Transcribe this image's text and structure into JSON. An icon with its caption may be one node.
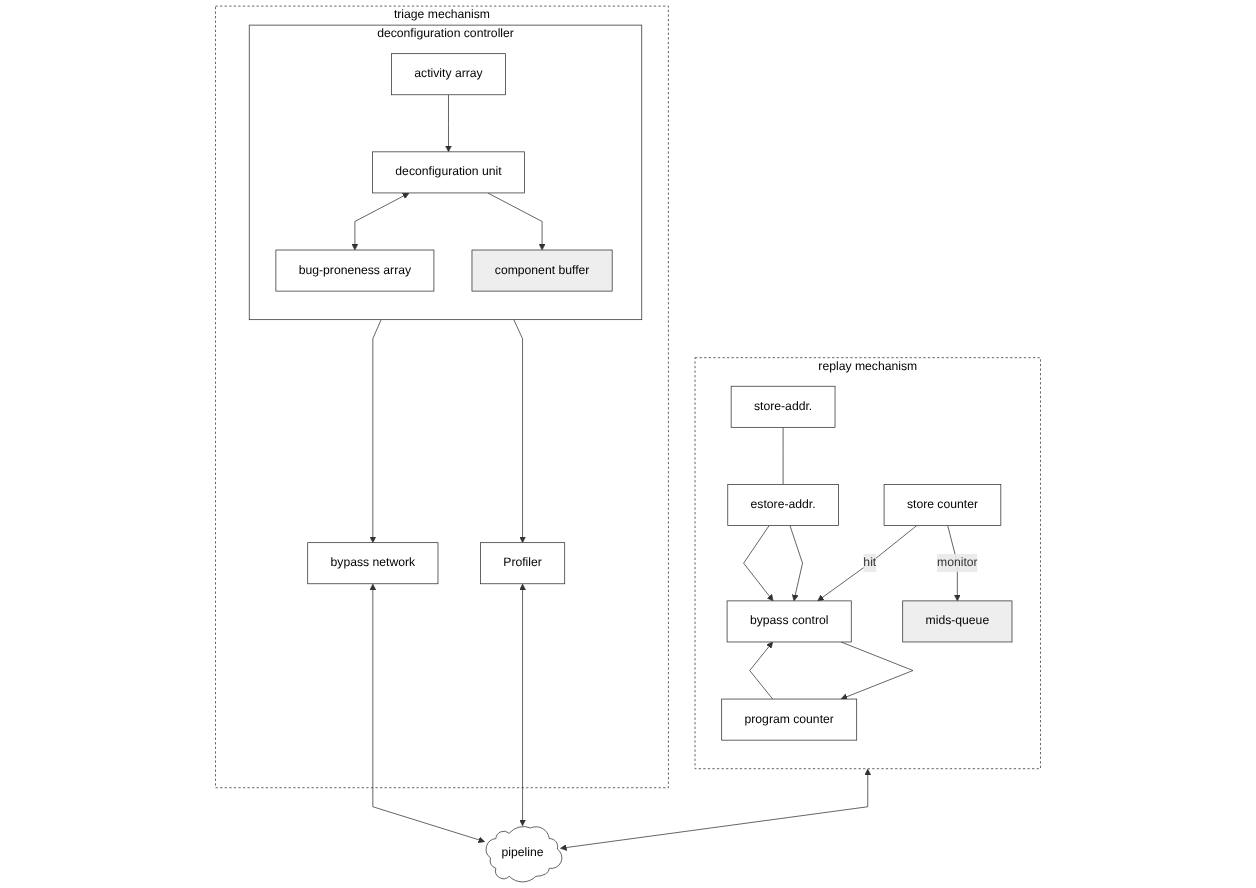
{
  "diagram": {
    "nodes": [
      {
        "text": [
          "triage mechanism"
        ]
      },
      {
        "text": [
          "deconfiguration controller"
        ],
        "in": 0
      },
      {
        "text": [
          "bug-proneness array"
        ],
        "in": 1
      },
      {
        "text": [
          "activity array"
        ],
        "in": 1
      },
      {
        "text": [
          "deconfiguration unit"
        ],
        "in": 1
      },
      {
        "text": [
          "component buffer"
        ],
        "in": 1
      },
      {
        "text": [
          "bypass network"
        ],
        "in": 0
      },
      {
        "text": [
          "Profiler"
        ],
        "in": 0
      },
      {
        "text": [
          "replay mechanism"
        ]
      },
      {
        "text": [
          "store-addr."
        ],
        "in": 8
      },
      {
        "text": [
          "estore-addr."
        ],
        "in": 8
      },
      {
        "text": [
          "store counter"
        ],
        "in": 8
      },
      {
        "text": [
          "mids-queue"
        ],
        "in": 8
      },
      {
        "text": [
          "bypass control"
        ],
        "in": 8
      },
      {
        "text": [
          "program counter"
        ],
        "in": 8
      },
      {
        "text": [
          "pipeline"
        ]
      }
    ],
    "edges": [
      {
        "from": 4,
        "to": 2,
        "arrow": "both"
      },
      {
        "from": 3,
        "to": 4,
        "arrow": "to"
      },
      {
        "from": 4,
        "to": 5,
        "arrow": "to"
      },
      {
        "from": 1,
        "to": 6,
        "arrow": "to"
      },
      {
        "from": 1,
        "to": 7,
        "arrow": "to"
      },
      {
        "from": 6,
        "to": 15,
        "arrow": "both"
      },
      {
        "from": 7,
        "to": 15,
        "arrow": "both"
      },
      {
        "from": 8,
        "to": 15,
        "arrow": "both"
      },
      {
        "from": 11,
        "to": 13,
        "arrow": "to",
        "label": "hit"
      },
      {
        "from": 11,
        "to": 12,
        "arrow": "to",
        "label": "monitor"
      },
      {
        "from": 9,
        "to": 10,
        "arrow": "none"
      },
      {
        "from": 10,
        "to": 13,
        "arrow": "to"
      },
      {
        "from": 10,
        "to": 13,
        "arrow": "to"
      },
      {
        "from": 13,
        "to": 14,
        "arrow": "to"
      },
      {
        "from": 14,
        "to": 13,
        "arrow": "to"
      }
    ]
  }
}
